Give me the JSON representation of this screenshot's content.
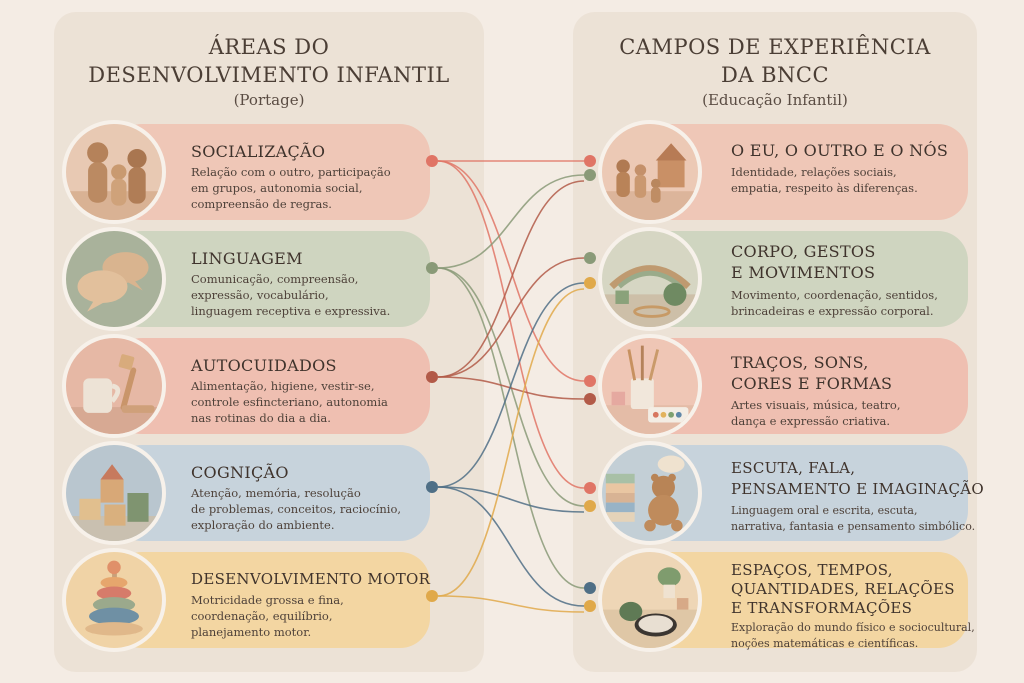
{
  "left": {
    "title_line1": "ÁREAS DO",
    "title_line2": "DESENVOLVIMENTO INFANTIL",
    "subtitle": "(Portage)",
    "cards": [
      {
        "title": "SOCIALIZAÇÃO",
        "desc": [
          "Relação com o outro, participação",
          "em grupos, autonomia social,",
          "compreensão de regras."
        ],
        "color": "#e07566",
        "icon": "wooden-people-icon"
      },
      {
        "title": "LINGUAGEM",
        "desc": [
          "Comunicação, compreensão,",
          "expressão, vocabulário,",
          "linguagem receptiva e expressiva."
        ],
        "color": "#8a9a78",
        "icon": "speech-bubbles-icon"
      },
      {
        "title": "AUTOCUIDADOS",
        "desc": [
          "Alimentação, higiene, vestir-se,",
          "controle esfincteriano, autonomia",
          "nas rotinas do dia a dia."
        ],
        "color": "#b25a48",
        "icon": "cup-brush-icon"
      },
      {
        "title": "COGNIÇÃO",
        "desc": [
          "Atenção, memória, resolução",
          "de problemas, conceitos, raciocínio,",
          "exploração do ambiente."
        ],
        "color": "#4f6f86",
        "icon": "blocks-icon"
      },
      {
        "title": "DESENVOLVIMENTO MOTOR",
        "desc": [
          "Motricidade grossa e fina,",
          "coordenação, equilíbrio,",
          "planejamento motor."
        ],
        "color": "#e0a94a",
        "icon": "stacking-rings-icon"
      }
    ]
  },
  "right": {
    "title_line1": "CAMPOS DE EXPERIÊNCIA",
    "title_line2": "DA BNCC",
    "subtitle": "(Educação Infantil)",
    "cards": [
      {
        "title_lines": [
          "O EU, O OUTRO E O NÓS"
        ],
        "desc": [
          "Identidade, relações sociais,",
          "empatia, respeito às diferenças."
        ],
        "icon": "wooden-house-icon"
      },
      {
        "title_lines": [
          "CORPO, GESTOS",
          "E MOVIMENTOS"
        ],
        "desc": [
          "Movimento, coordenação, sentidos,",
          "brincadeiras e expressão corporal."
        ],
        "icon": "balance-board-icon"
      },
      {
        "title_lines": [
          "TRAÇOS, SONS,",
          "CORES E FORMAS"
        ],
        "desc": [
          "Artes visuais, música, teatro,",
          "dança e expressão criativa."
        ],
        "icon": "paint-brushes-icon"
      },
      {
        "title_lines": [
          "ESCUTA, FALA,",
          "PENSAMENTO E IMAGINAÇÃO"
        ],
        "desc": [
          "Linguagem oral e escrita, escuta,",
          "narrativa, fantasia e pensamento simbólico."
        ],
        "icon": "teddy-books-icon"
      },
      {
        "title_lines": [
          "ESPAÇOS, TEMPOS,",
          "QUANTIDADES, RELAÇÕES",
          "E TRANSFORMAÇÕES"
        ],
        "desc": [
          "Exploração do mundo físico e sociocultural,",
          "noções matemáticas e científicas."
        ],
        "icon": "nature-tray-icon"
      }
    ]
  },
  "connections": [
    {
      "from": 0,
      "to": 0,
      "color": "#e07566"
    },
    {
      "from": 0,
      "to": 2,
      "color": "#e07566"
    },
    {
      "from": 0,
      "to": 3,
      "color": "#e07566"
    },
    {
      "from": 1,
      "to": 0,
      "color": "#8a9a78"
    },
    {
      "from": 1,
      "to": 3,
      "color": "#8a9a78"
    },
    {
      "from": 1,
      "to": 4,
      "color": "#8a9a78"
    },
    {
      "from": 2,
      "to": 0,
      "color": "#b25a48"
    },
    {
      "from": 2,
      "to": 1,
      "color": "#b25a48"
    },
    {
      "from": 2,
      "to": 2,
      "color": "#b25a48"
    },
    {
      "from": 3,
      "to": 1,
      "color": "#4f6f86"
    },
    {
      "from": 3,
      "to": 3,
      "color": "#4f6f86"
    },
    {
      "from": 3,
      "to": 4,
      "color": "#4f6f86"
    },
    {
      "from": 4,
      "to": 1,
      "color": "#e0a94a"
    },
    {
      "from": 4,
      "to": 4,
      "color": "#e0a94a"
    }
  ]
}
